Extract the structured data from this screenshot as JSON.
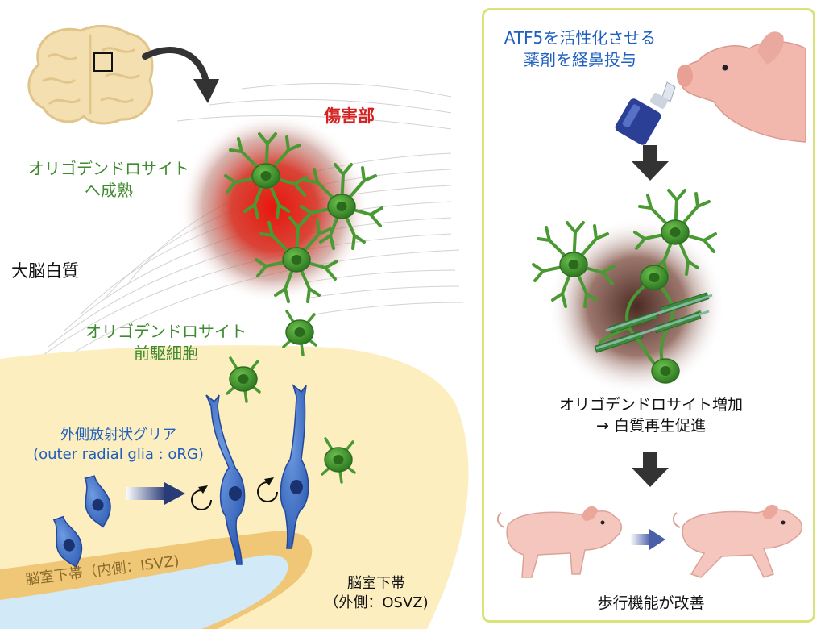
{
  "left": {
    "injury_label": "傷害部",
    "maturation_label_1": "オリゴデンドロサイト",
    "maturation_label_2": "へ成熟",
    "white_matter_label": "大脳白質",
    "opc_label_1": "オリゴデンドロサイト",
    "opc_label_2": "前駆細胞",
    "org_label_1": "外側放射状グリア",
    "org_label_2": "(outer radial glia : oRG)",
    "isvz_label": "脳室下帯（内側：ISVZ)",
    "osvz_label_1": "脳室下帯",
    "osvz_label_2": "（外側：OSVZ)"
  },
  "right": {
    "drug_label_1": "ATF5を活性化させる",
    "drug_label_2": "薬剤を経鼻投与",
    "result_label_1": "オリゴデンドロサイト増加",
    "result_label_2": "→ 白質再生促進",
    "outcome_label": "歩行機能が改善"
  },
  "colors": {
    "oligodendrocyte": "#3e8a2e",
    "radial_glia": "#3b6fc4",
    "injury": "#e02a1a",
    "svz": "#fdeec0",
    "ventricle": "#cfe6f5",
    "panel_border": "#d9e37a"
  }
}
